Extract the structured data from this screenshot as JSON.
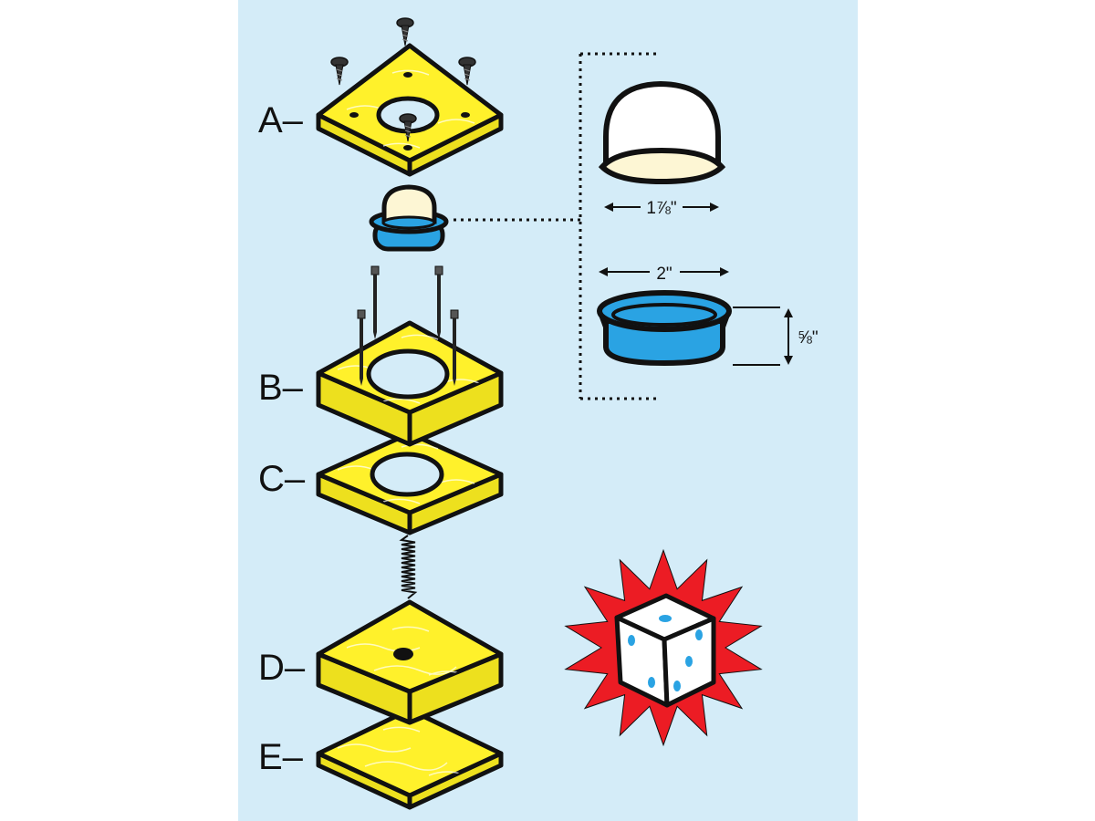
{
  "colors": {
    "background": "#d4ecf8",
    "wood": "#fff12b",
    "wood_side": "#ede01e",
    "outline": "#111111",
    "dome": "#fdf6d4",
    "cup_blue": "#2aa3e3",
    "burst_red": "#ec1c24",
    "die_pip": "#2aa3e3"
  },
  "layers": [
    {
      "id": "A",
      "label": "A–"
    },
    {
      "id": "B",
      "label": "B–"
    },
    {
      "id": "C",
      "label": "C–"
    },
    {
      "id": "D",
      "label": "D–"
    },
    {
      "id": "E",
      "label": "E–"
    }
  ],
  "dimensions": {
    "dome_width": "1⅞\"",
    "cup_width": "2\"",
    "cup_height": "⅝\""
  },
  "icons": {
    "screw": "screw-icon",
    "nail": "nail-icon",
    "spring": "spring-icon",
    "die": "die-icon",
    "burst": "burst-icon"
  }
}
